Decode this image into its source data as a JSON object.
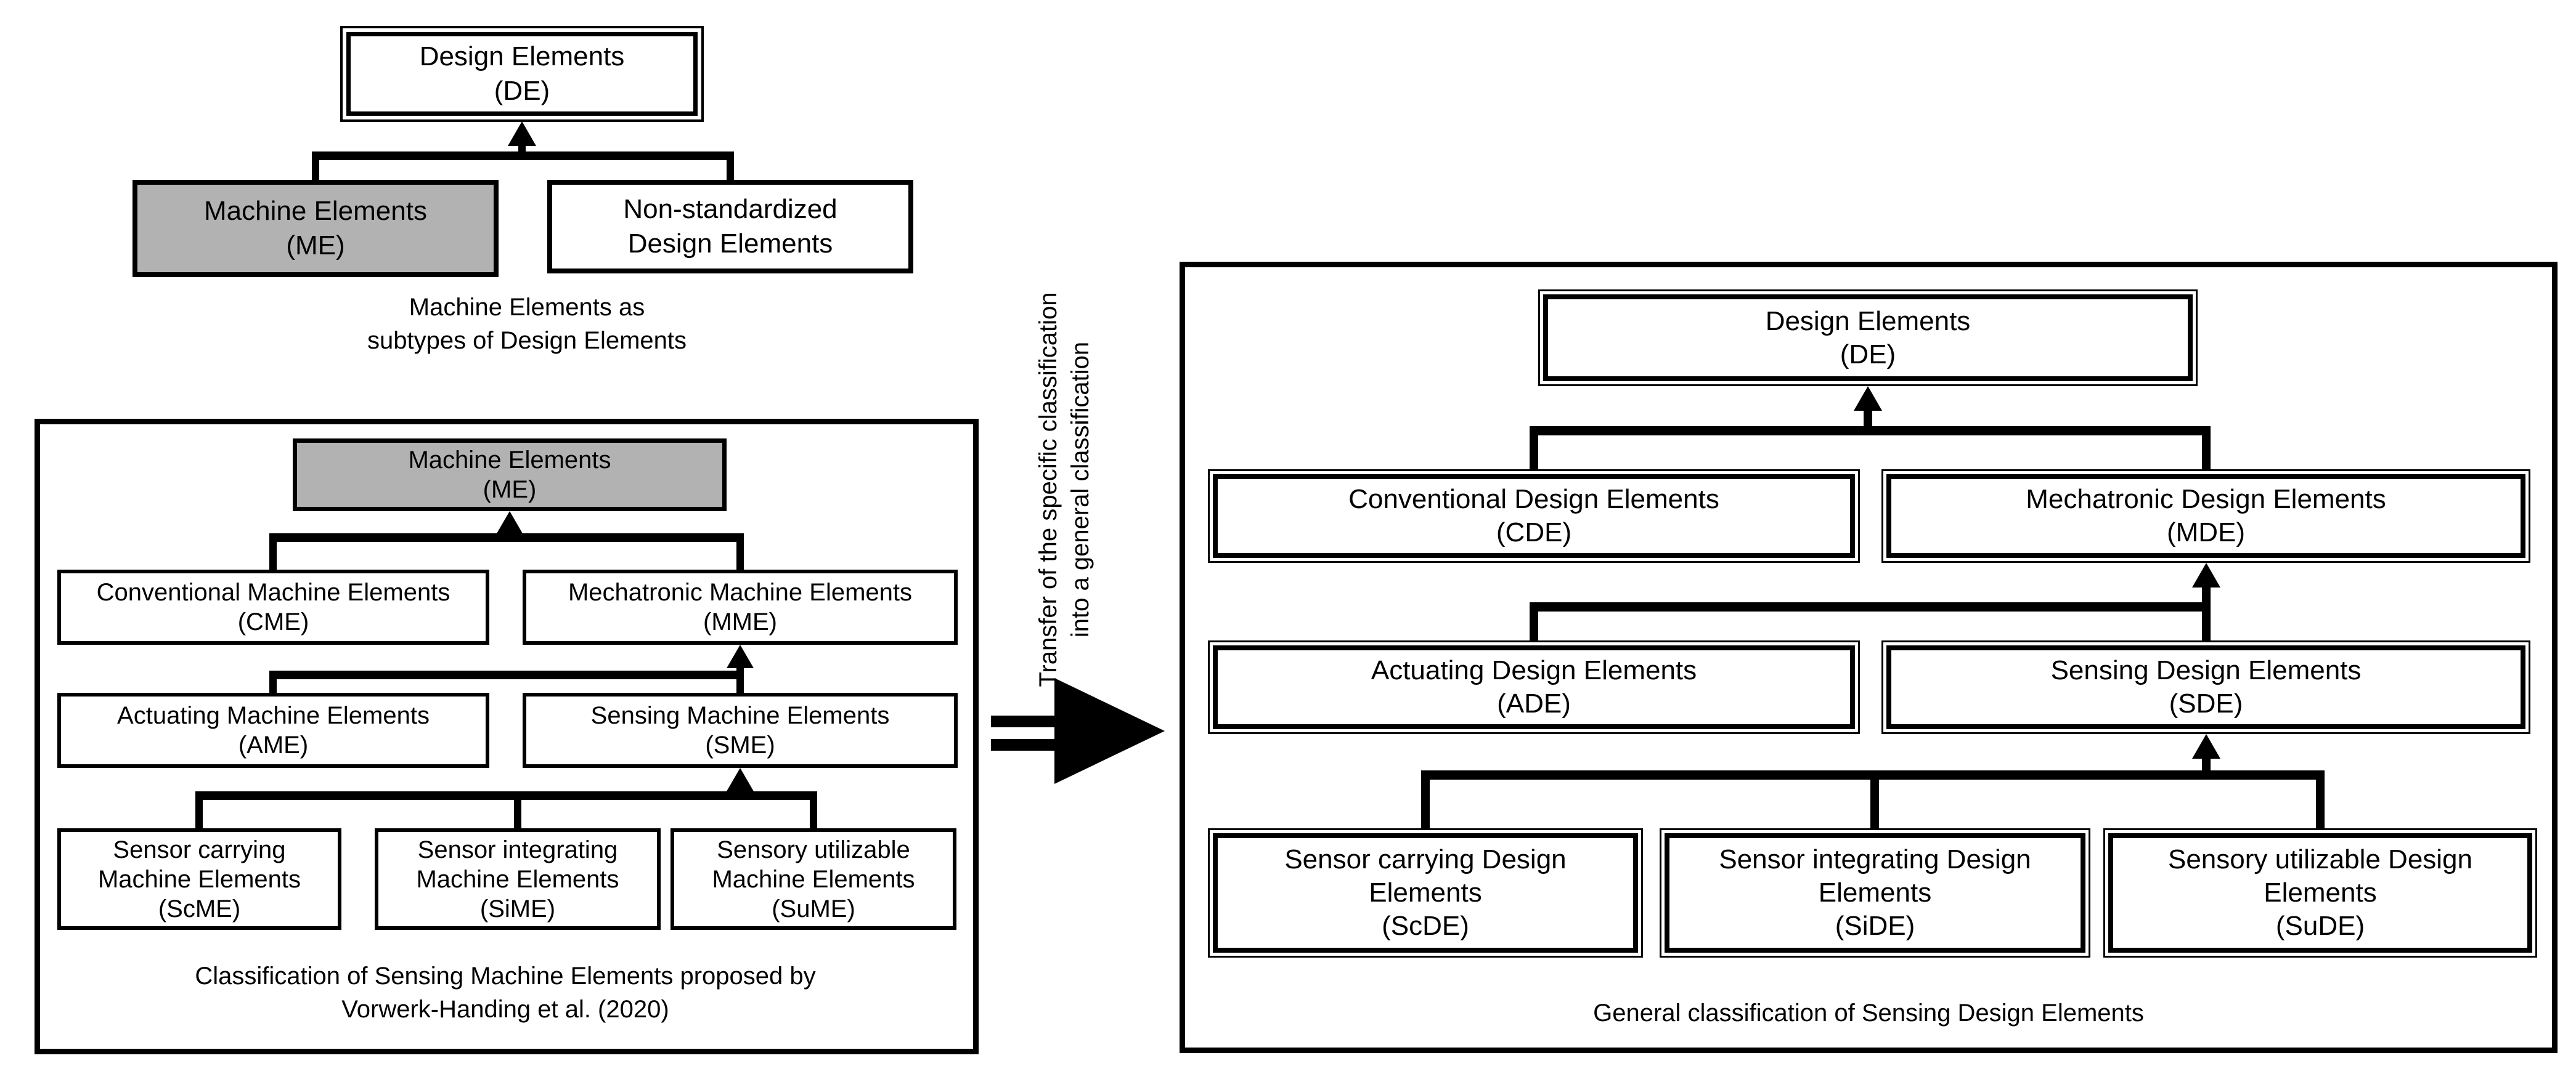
{
  "top_diagram": {
    "root": {
      "title": "Design Elements",
      "abbr": "(DE)"
    },
    "left_child": {
      "title": "Machine Elements",
      "abbr": "(ME)"
    },
    "right_child": {
      "title": "Non-standardized\nDesign Elements"
    },
    "caption": {
      "line1": "Machine Elements as",
      "line2": "subtypes of Design Elements"
    }
  },
  "left_panel": {
    "root": {
      "title": "Machine Elements",
      "abbr": "(ME)"
    },
    "level2": [
      {
        "title": "Conventional Machine Elements",
        "abbr": "(CME)"
      },
      {
        "title": "Mechatronic Machine Elements",
        "abbr": "(MME)"
      }
    ],
    "level3": [
      {
        "title": "Actuating Machine Elements",
        "abbr": "(AME)"
      },
      {
        "title": "Sensing Machine Elements",
        "abbr": "(SME)"
      }
    ],
    "level4": [
      {
        "title": "Sensor carrying\nMachine Elements",
        "abbr": "(ScME)"
      },
      {
        "title": "Sensor integrating\nMachine Elements",
        "abbr": "(SiME)"
      },
      {
        "title": "Sensory utilizable\nMachine Elements",
        "abbr": "(SuME)"
      }
    ],
    "caption": {
      "line1": "Classification of Sensing Machine Elements proposed by",
      "line2": "Vorwerk-Handing et al. (2020)"
    }
  },
  "transfer": {
    "label_line1": "Transfer of the specific classification",
    "label_line2": "into a general classification"
  },
  "right_panel": {
    "root": {
      "title": "Design Elements",
      "abbr": "(DE)"
    },
    "level2": [
      {
        "title": "Conventional Design Elements",
        "abbr": "(CDE)"
      },
      {
        "title": "Mechatronic Design Elements",
        "abbr": "(MDE)"
      }
    ],
    "level3": [
      {
        "title": "Actuating Design Elements",
        "abbr": "(ADE)"
      },
      {
        "title": "Sensing Design Elements",
        "abbr": "(SDE)"
      }
    ],
    "level4": [
      {
        "title": "Sensor carrying Design\nElements",
        "abbr": "(ScDE)"
      },
      {
        "title": "Sensor integrating Design\nElements",
        "abbr": "(SiDE)"
      },
      {
        "title": "Sensory utilizable Design\nElements",
        "abbr": "(SuDE)"
      }
    ],
    "caption": "General classification of Sensing Design Elements"
  },
  "colors": {
    "line": "#000000",
    "background": "#ffffff",
    "highlight_dark_gray": "#b2b2b2",
    "highlight_light_gray": "#d9d9d9"
  }
}
